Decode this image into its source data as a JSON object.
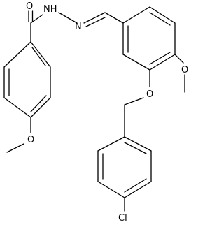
{
  "molecule": {
    "atoms": {
      "carbonyl_oxygen": "O",
      "hydrazide_nh": "NH",
      "hydrazone_n": "N",
      "methoxy_oxygen_left": "O",
      "methoxy_oxygen_right": "O",
      "ether_oxygen": "O",
      "chlorine": "Cl"
    }
  }
}
